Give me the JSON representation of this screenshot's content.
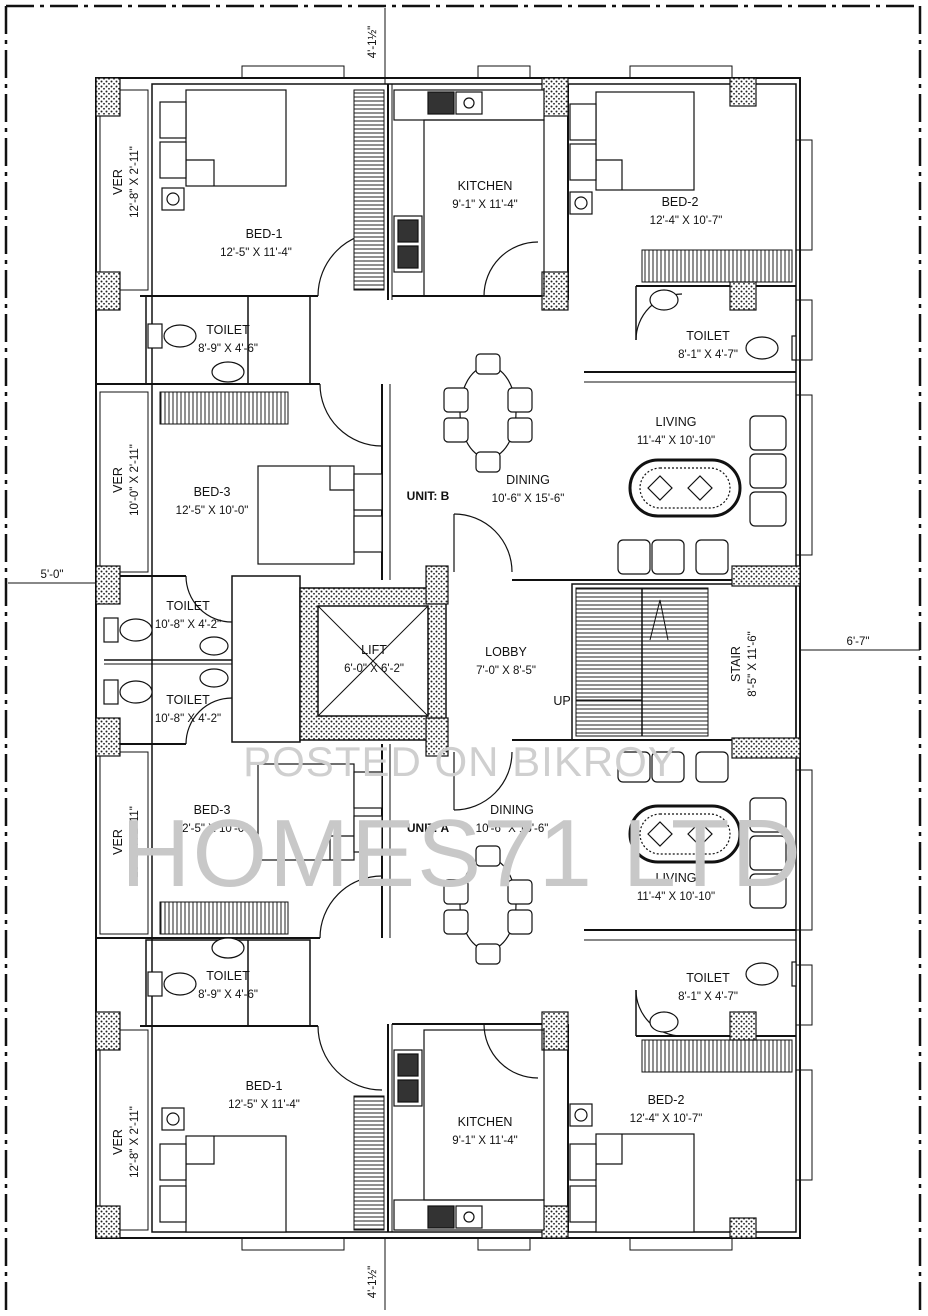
{
  "labels": {
    "top_dim": "4'-1½\"",
    "bottom_dim": "4'-1½\"",
    "left_dim": "5'-0\"",
    "right_dim": "6'-7\"",
    "unit_b": "UNIT: B",
    "unit_a": "UNIT: A",
    "up": "UP",
    "lobby": {
      "name": "LOBBY",
      "dim": "7'-0\" X 8'-5\""
    },
    "lift": {
      "name": "LIFT",
      "dim": "6'-0\" X 6'-2\""
    },
    "stair": {
      "name": "STAIR",
      "dim": "8'-5\" X 11'-6\""
    }
  },
  "unit_b": {
    "ver_top": {
      "name": "VER",
      "dim": "12'-8\" X 2'-11\""
    },
    "ver_mid": {
      "name": "VER",
      "dim": "10'-0\" X 2'-11\""
    },
    "bed1": {
      "name": "BED-1",
      "dim": "12'-5\" X 11'-4\""
    },
    "kitchen": {
      "name": "KITCHEN",
      "dim": "9'-1\" X 11'-4\""
    },
    "bed2": {
      "name": "BED-2",
      "dim": "12'-4\" X 10'-7\""
    },
    "toilet1": {
      "name": "TOILET",
      "dim": "8'-9\" X 4'-6\""
    },
    "toilet2": {
      "name": "TOILET",
      "dim": "8'-1\" X 4'-7\""
    },
    "living": {
      "name": "LIVING",
      "dim": "11'-4\" X 10'-10\""
    },
    "bed3": {
      "name": "BED-3",
      "dim": "12'-5\" X 10'-0\""
    },
    "dining": {
      "name": "DINING",
      "dim": "10'-6\" X 15'-6\""
    },
    "toilet3": {
      "name": "TOILET",
      "dim": "10'-8\" X 4'-2\""
    }
  },
  "unit_a": {
    "ver_mid": {
      "name": "VER",
      "dim": "10'-0\" X 2'-11\""
    },
    "ver_bot": {
      "name": "VER",
      "dim": "12'-8\" X 2'-11\""
    },
    "toilet3": {
      "name": "TOILET",
      "dim": "10'-8\" X 4'-2\""
    },
    "bed3": {
      "name": "BED-3",
      "dim": "12'-5\" X 10'-0\""
    },
    "dining": {
      "name": "DINING",
      "dim": "10'-6\" X 15'-6\""
    },
    "living": {
      "name": "LIVING",
      "dim": "11'-4\" X 10'-10\""
    },
    "toilet1": {
      "name": "TOILET",
      "dim": "8'-9\" X 4'-6\""
    },
    "toilet2": {
      "name": "TOILET",
      "dim": "8'-1\" X 4'-7\""
    },
    "bed1": {
      "name": "BED-1",
      "dim": "12'-5\" X 11'-4\""
    },
    "kitchen": {
      "name": "KITCHEN",
      "dim": "9'-1\" X 11'-4\""
    },
    "bed2": {
      "name": "BED-2",
      "dim": "12'-4\" X 10'-7\""
    }
  },
  "watermark": {
    "line1": "POSTED ON BIKROY",
    "line2": "HOMES71 LTD"
  },
  "colors": {
    "line": "#111111",
    "hatch": "#222222",
    "paper": "#ffffff",
    "watermark": "#c8c8c8"
  }
}
